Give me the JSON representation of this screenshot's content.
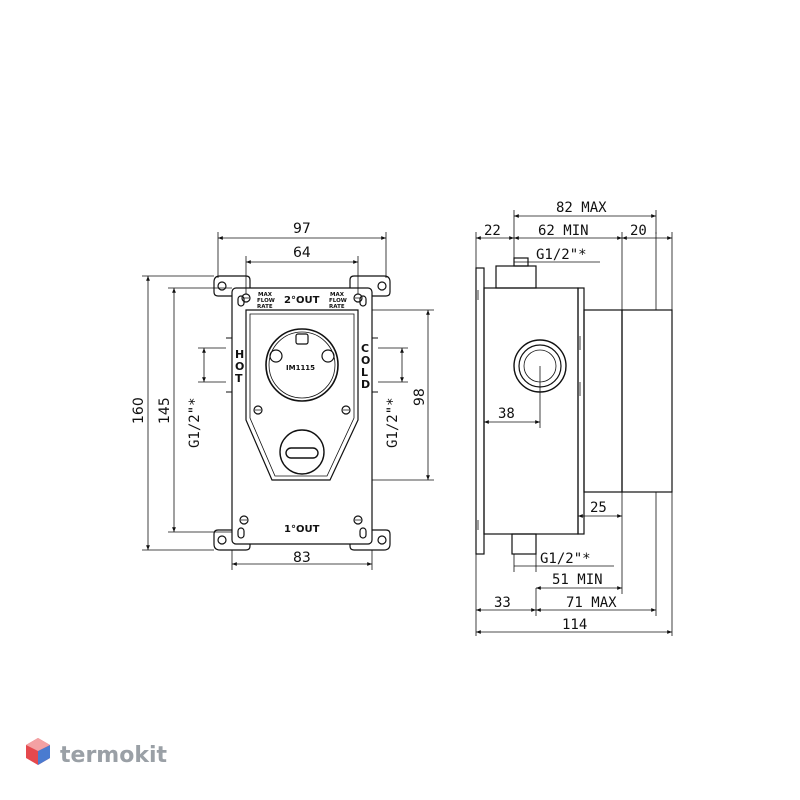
{
  "front": {
    "width_total": "97",
    "width_mount": "64",
    "height_total": "160",
    "height_mount": "145",
    "height_right": "98",
    "width_bottom": "83",
    "thread_left": "G1/2\"*",
    "thread_right": "G1/2\"*",
    "label_out2": "2°OUT",
    "label_out1": "1°OUT",
    "max_flow_rate": [
      "MAX",
      "FLOW",
      "RATE"
    ],
    "hot": [
      "H",
      "O",
      "T"
    ],
    "cold": [
      "C",
      "O",
      "L",
      "D"
    ],
    "model": "IM1115"
  },
  "side": {
    "max_82": "82 MAX",
    "d22": "22",
    "min_62": "62 MIN",
    "d20": "20",
    "thread_top": "G1/2\"*",
    "d38": "38",
    "d25": "25",
    "thread_bottom": "G1/2\"*",
    "min_51": "51 MIN",
    "d33": "33",
    "max_71": "71 MAX",
    "d114": "114"
  },
  "watermark": "termokit",
  "colors": {
    "line": "#111111",
    "watermark": "#9aa0a6",
    "logo_red": "#e5484d",
    "logo_blue": "#4a7bd0"
  }
}
